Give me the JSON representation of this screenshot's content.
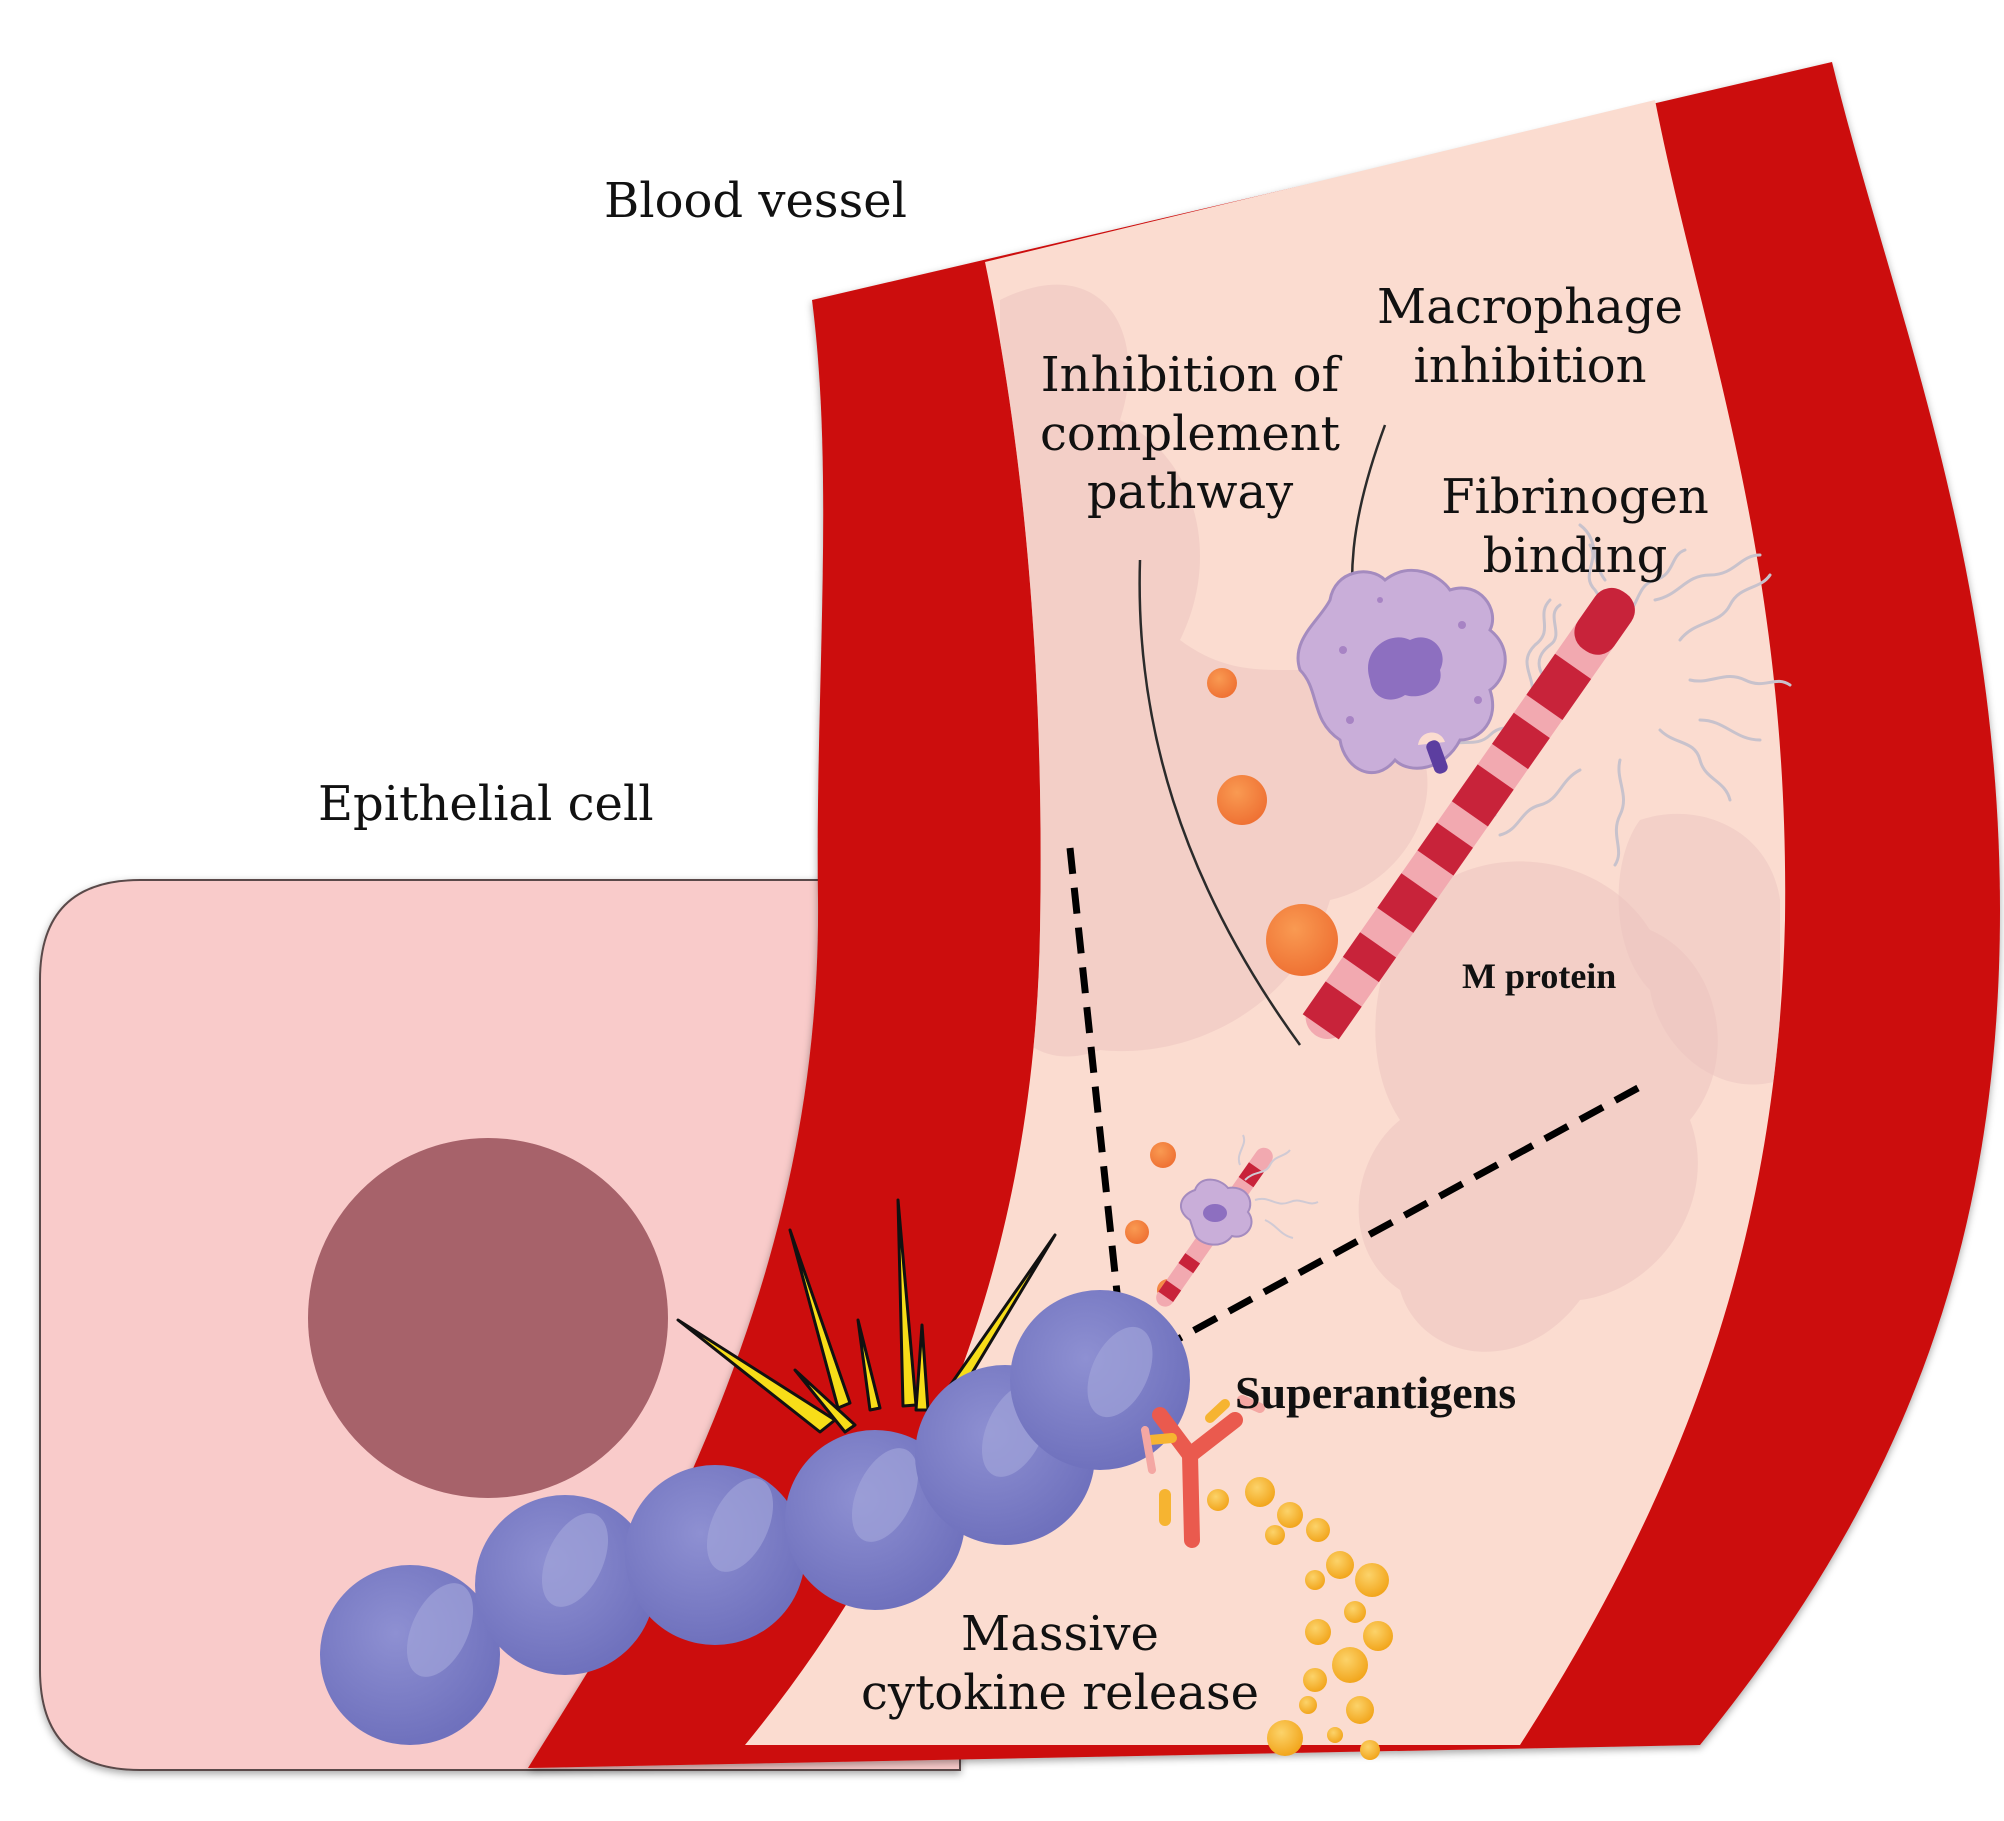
{
  "labels": {
    "blood_vessel": "Blood vessel",
    "epithelial_cell": "Epithelial cell",
    "inhibition_complement": [
      "Inhibition of",
      "complement",
      "pathway"
    ],
    "macrophage_inhibition": [
      "Macrophage",
      "inhibition"
    ],
    "fibrinogen_binding": [
      "Fibrinogen",
      "binding"
    ],
    "m_protein": "M protein",
    "superantigens": "Superantigens",
    "cytokine_release": [
      "Massive",
      "cytokine release"
    ]
  },
  "colors": {
    "vessel_wall": "#cc0d0d",
    "vessel_lumen": "#fbdcd0",
    "lumen_shade": "#ecc4c0",
    "epithelial_cell": "#f9cbca",
    "nucleus": "#a7626a",
    "bacteria": "#7b7dc5",
    "bacteria_highlight": "#a0a2d8",
    "macrophage": "#c9aed9",
    "orange_particle": "#f5833f",
    "cytokine": "#f6b431",
    "m_protein_dark": "#c8233a",
    "m_protein_light": "#f2a9b0",
    "fibrinogen": "#c8c2cc",
    "burst_yellow": "#f7dd18"
  },
  "icons": {
    "bacteria_chain": "streptococcus-chain-icon",
    "macrophage": "macrophage-icon",
    "m_protein": "m-protein-fiber-icon",
    "antibody": "y-antibody-icon"
  }
}
